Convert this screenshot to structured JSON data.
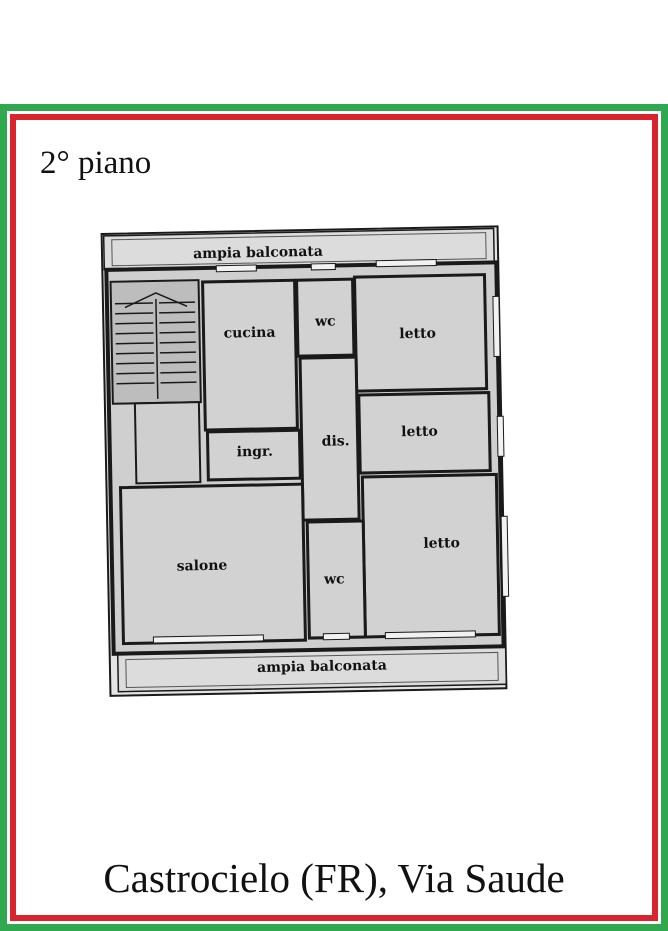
{
  "floor_label": "2° piano",
  "address": "Castrocielo (FR), Via Saude",
  "colors": {
    "frame_outer": "#2fa84f",
    "frame_inner": "#d8242c",
    "room_fill": "#d2d2d2",
    "wall": "#1a1a1a"
  },
  "rooms": {
    "balcony_top": "ampia balconata",
    "balcony_bottom": "ampia balconata",
    "kitchen": "cucina",
    "wc_top": "wc",
    "wc_bottom": "wc",
    "bedroom_1": "letto",
    "bedroom_2": "letto",
    "bedroom_3": "letto",
    "hallway": "dis.",
    "entrance": "ingr.",
    "living_room": "salone"
  }
}
